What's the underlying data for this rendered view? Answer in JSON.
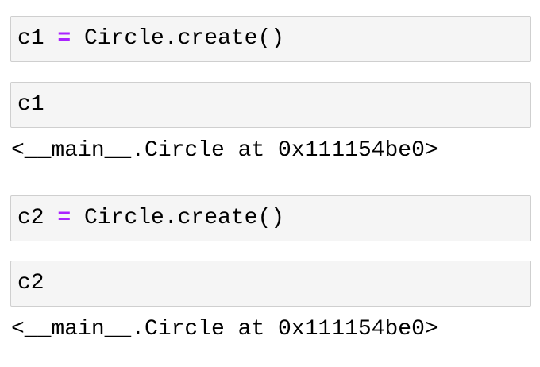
{
  "editor": {
    "box_background": "#f5f5f5",
    "box_border": "#cfcfcf",
    "text_color": "#000000",
    "operator_color": "#aa22ff"
  },
  "cells": [
    {
      "kind": "code-input",
      "code_lhs": "c1 ",
      "code_op": "=",
      "code_rhs": " Circle.create()"
    },
    {
      "kind": "code-input-with-output",
      "code": "c1",
      "output": "<__main__.Circle at 0x111154be0>"
    },
    {
      "kind": "code-input",
      "code_lhs": "c2 ",
      "code_op": "=",
      "code_rhs": " Circle.create()"
    },
    {
      "kind": "code-input-with-output",
      "code": "c2",
      "output": "<__main__.Circle at 0x111154be0>"
    }
  ]
}
